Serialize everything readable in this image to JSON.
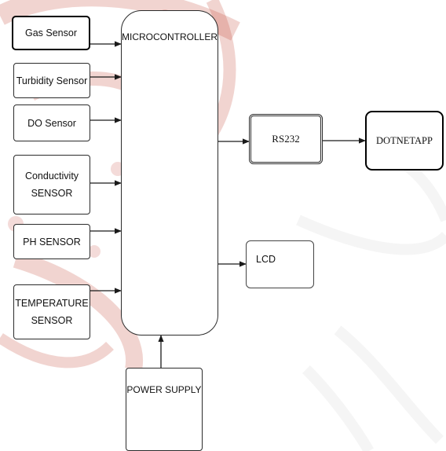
{
  "blocks": {
    "gas_sensor": "Gas Sensor",
    "turbidity_sensor": "Turbidity Sensor",
    "do_sensor": "DO Sensor",
    "conductivity_sensor": [
      "Conductivity",
      "SENSOR"
    ],
    "ph_sensor": "PH SENSOR",
    "temperature_sensor": [
      "TEMPERATURE",
      "SENSOR"
    ],
    "microcontroller": "MICROCONTROLLER",
    "rs232": "RS232",
    "dotnetapp": "DOTNETAPP",
    "lcd": "LCD",
    "power_supply": "POWER SUPPLY"
  },
  "colors": {
    "line": "#1a1a1a",
    "watermark": "#c0392b"
  }
}
